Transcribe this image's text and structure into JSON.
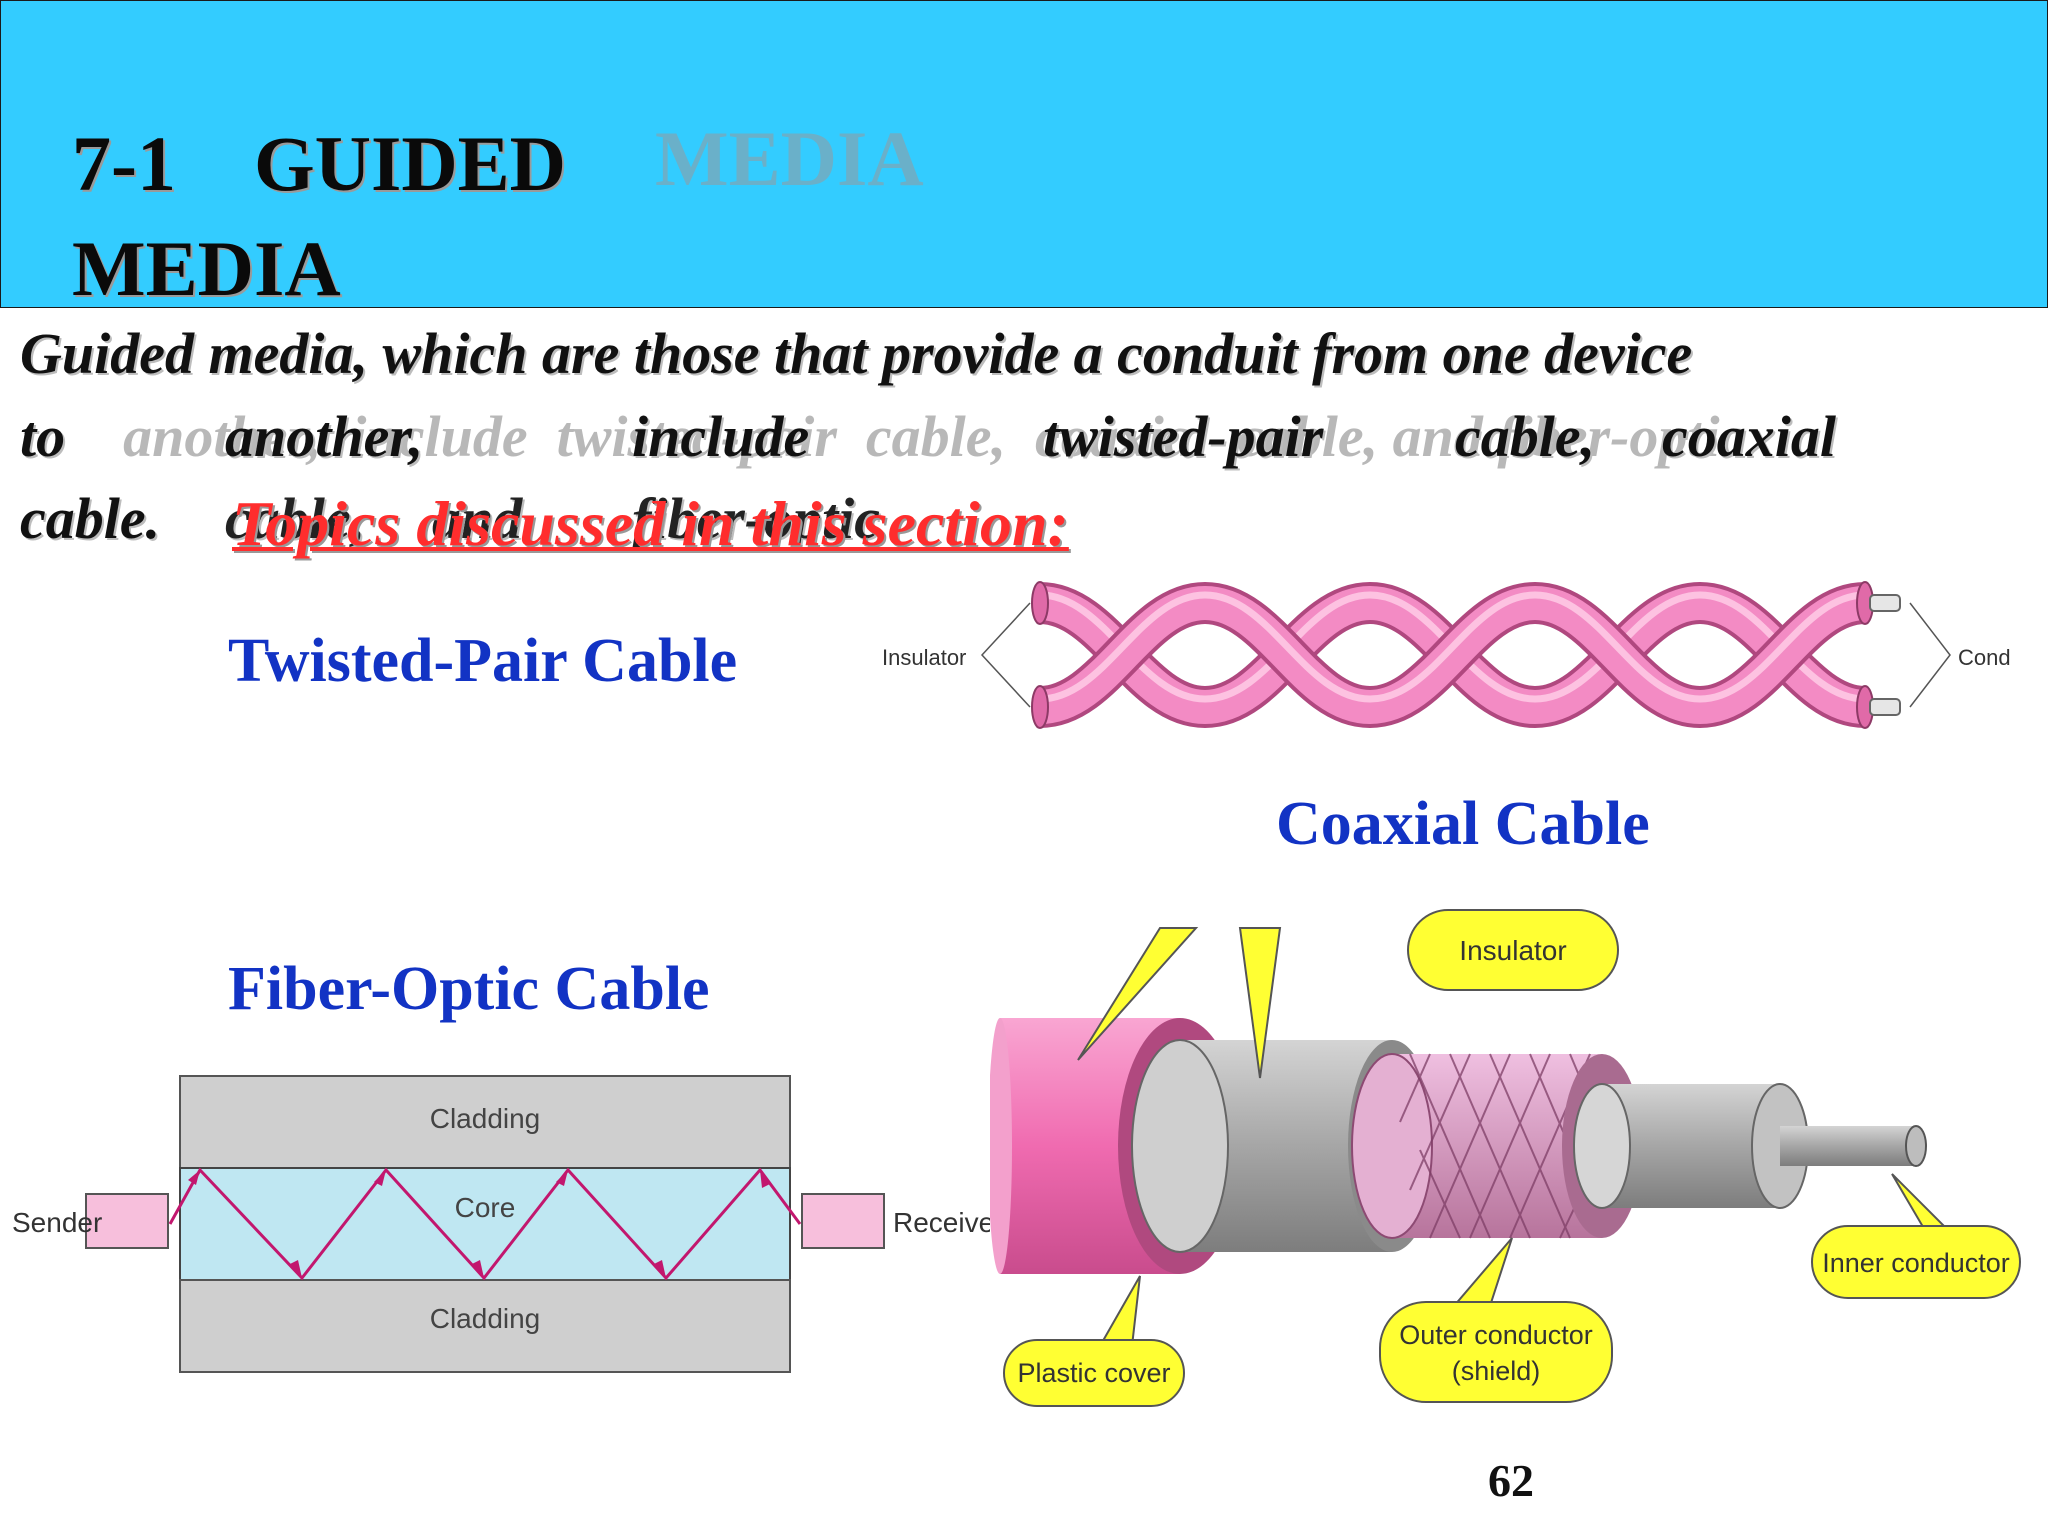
{
  "header": {
    "title_line1": "7-1    GUIDED",
    "title_line2": "MEDIA",
    "title_ghost": "MEDIA",
    "background_color": "#33ccff"
  },
  "intro": {
    "ghost_line1": "Guided media, which are those that provide a conduit from one device",
    "ghost_line2": "to    another,  include  twisted-pair  cable,  coaxial  cable, and fiber-optic",
    "line1": "Guided media, which are those that provide a conduit from one device",
    "line2_words": [
      "to",
      "another,",
      "include",
      "twisted-pair",
      "cable,",
      "coaxial"
    ],
    "line3_words": [
      "cable.",
      "cable,",
      "and",
      "fiber-optic"
    ]
  },
  "topics": {
    "heading": "Topics discussed in this section:",
    "items": [
      "Twisted-Pair Cable",
      "Coaxial Cable",
      "Fiber-Optic Cable"
    ]
  },
  "twisted_pair_diagram": {
    "label_left": "Insulator",
    "label_right": "Conductors"
  },
  "fiber_diagram": {
    "cladding_top": "Cladding",
    "core": "Core",
    "cladding_bottom": "Cladding",
    "sender": "Sender",
    "receiver": "Receiver"
  },
  "coax_diagram": {
    "insulator": "Insulator",
    "inner_conductor": "Inner conductor",
    "outer_conductor_line1": "Outer conductor",
    "outer_conductor_line2": "(shield)",
    "plastic_cover": "Plastic cover"
  },
  "footer": {
    "page_number": "62"
  },
  "colors": {
    "topic_blue": "#1233c4",
    "heading_red": "#ff2d2d",
    "cable_pink": "#f07ab8",
    "callout_yellow": "#ffff33"
  }
}
